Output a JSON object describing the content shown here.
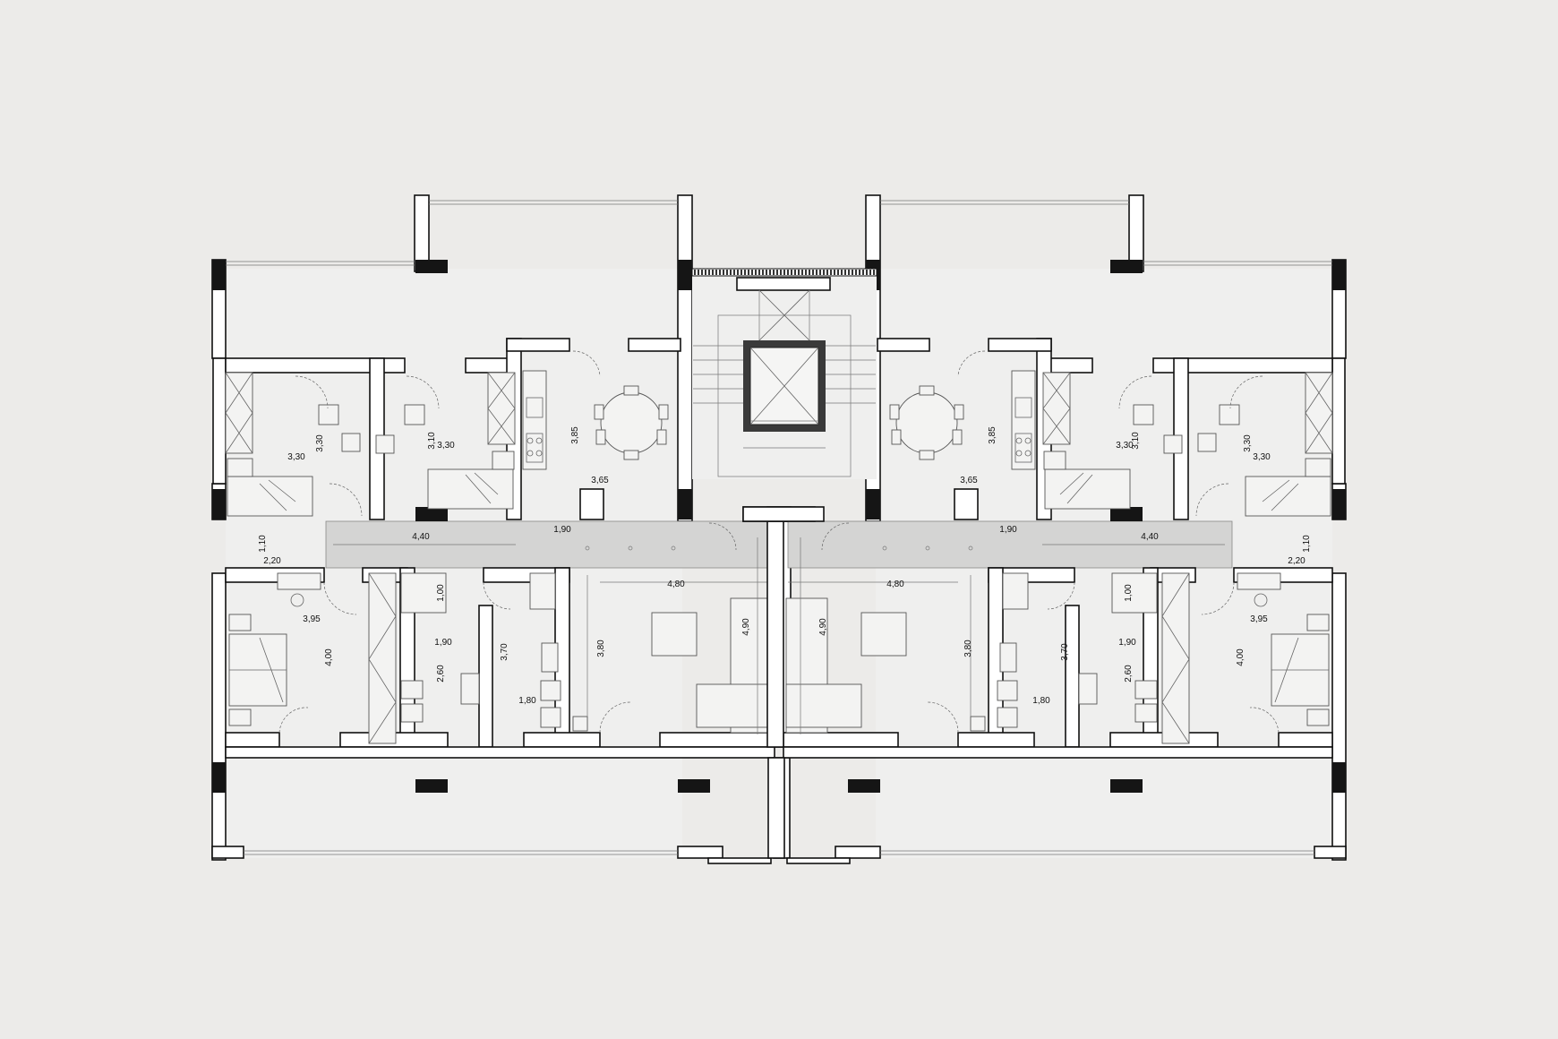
{
  "plan": {
    "colors": {
      "background": "#ecebe9",
      "corridor": "#d4d4d3",
      "wall": "#111111",
      "column": "#151515"
    },
    "dimensions": [
      {
        "id": "dL-bed2-w",
        "text": "3,30",
        "rot": 0
      },
      {
        "id": "dL-bed2-h",
        "text": "3,30",
        "rot": -90
      },
      {
        "id": "dL-bed3-h",
        "text": "3,10",
        "rot": -90
      },
      {
        "id": "dL-bed3-w",
        "text": "3,30",
        "rot": 0
      },
      {
        "id": "dL-kit-h",
        "text": "3,85",
        "rot": -90
      },
      {
        "id": "dL-kit-w",
        "text": "3,65",
        "rot": 0
      },
      {
        "id": "dL-hall-w",
        "text": "1,90",
        "rot": 0
      },
      {
        "id": "dL-corr-w",
        "text": "4,40",
        "rot": 0
      },
      {
        "id": "dL-ent-h",
        "text": "1,10",
        "rot": -90
      },
      {
        "id": "dL-ent-w",
        "text": "2,20",
        "rot": 0
      },
      {
        "id": "dL-liv-w",
        "text": "4,80",
        "rot": 0
      },
      {
        "id": "dL-liv-h",
        "text": "4,90",
        "rot": -90
      },
      {
        "id": "dL-mbed-w",
        "text": "3,95",
        "rot": 0
      },
      {
        "id": "dL-mbed-h",
        "text": "4,00",
        "rot": -90
      },
      {
        "id": "dL-cl-h",
        "text": "1,00",
        "rot": -90
      },
      {
        "id": "dL-bath1-w",
        "text": "1,90",
        "rot": 0
      },
      {
        "id": "dL-bath1-h",
        "text": "2,60",
        "rot": -90
      },
      {
        "id": "dL-bath2-h",
        "text": "3,70",
        "rot": -90
      },
      {
        "id": "dL-bath2-w",
        "text": "1,80",
        "rot": 0
      },
      {
        "id": "dL-ldry-h",
        "text": "3,80",
        "rot": -90
      },
      {
        "id": "dR-bed2-w",
        "text": "3,30",
        "rot": 0
      },
      {
        "id": "dR-bed2-h",
        "text": "3,30",
        "rot": -90
      },
      {
        "id": "dR-bed3-h",
        "text": "3,10",
        "rot": -90
      },
      {
        "id": "dR-bed3-w",
        "text": "3,30",
        "rot": 0
      },
      {
        "id": "dR-kit-h",
        "text": "3,85",
        "rot": -90
      },
      {
        "id": "dR-kit-w",
        "text": "3,65",
        "rot": 0
      },
      {
        "id": "dR-hall-w",
        "text": "1,90",
        "rot": 0
      },
      {
        "id": "dR-corr-w",
        "text": "4,40",
        "rot": 0
      },
      {
        "id": "dR-ent-h",
        "text": "1,10",
        "rot": -90
      },
      {
        "id": "dR-ent-w",
        "text": "2,20",
        "rot": 0
      },
      {
        "id": "dR-liv-w",
        "text": "4,80",
        "rot": 0
      },
      {
        "id": "dR-liv-h",
        "text": "4,90",
        "rot": -90
      },
      {
        "id": "dR-mbed-w",
        "text": "3,95",
        "rot": 0
      },
      {
        "id": "dR-mbed-h",
        "text": "4,00",
        "rot": -90
      },
      {
        "id": "dR-cl-h",
        "text": "1,00",
        "rot": -90
      },
      {
        "id": "dR-bath1-w",
        "text": "1,90",
        "rot": 0
      },
      {
        "id": "dR-bath1-h",
        "text": "2,60",
        "rot": -90
      },
      {
        "id": "dR-bath2-h",
        "text": "3,70",
        "rot": -90
      },
      {
        "id": "dR-bath2-w",
        "text": "1,80",
        "rot": 0
      },
      {
        "id": "dR-ldry-h",
        "text": "3,80",
        "rot": -90
      }
    ]
  }
}
